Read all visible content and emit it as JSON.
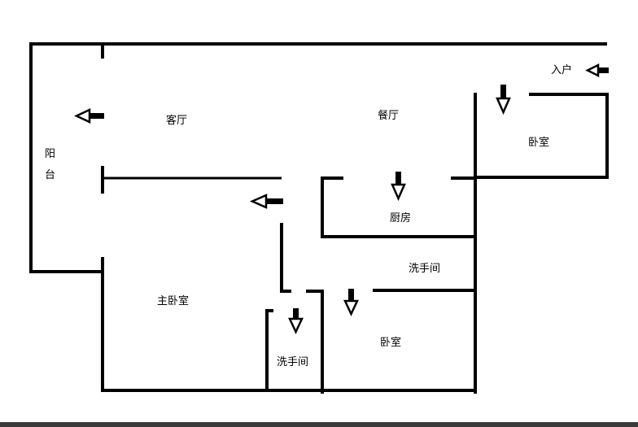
{
  "rooms": {
    "living_room": "客厅",
    "dining_room": "餐厅",
    "balcony_line1": "阳",
    "balcony_line2": "台",
    "entrance": "入户",
    "bedroom_top_right": "卧室",
    "kitchen": "厨房",
    "bathroom_right": "洗手间",
    "master_bedroom": "主卧室",
    "bathroom_bottom": "洗手间",
    "bedroom_bottom": "卧室"
  },
  "arrow_icon": "arrow-icon"
}
